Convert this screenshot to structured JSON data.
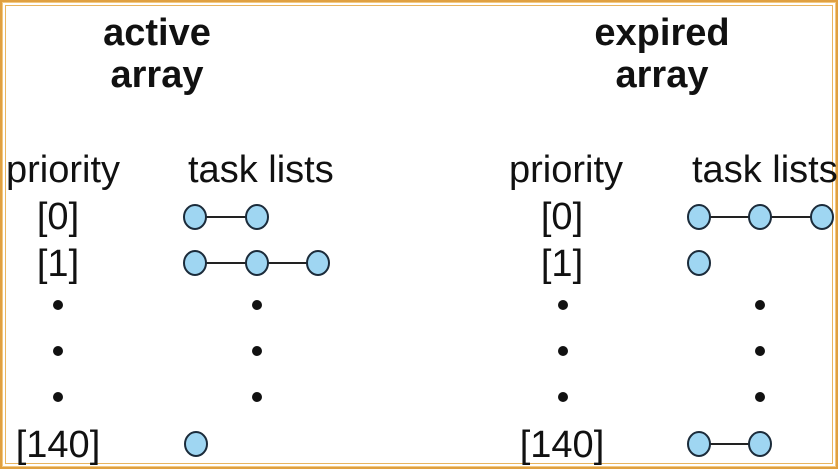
{
  "left": {
    "title": "active\narray",
    "priority_header": "priority",
    "tasks_header": "task lists",
    "rows": [
      {
        "label": "[0]",
        "tasks": 2
      },
      {
        "label": "[1]",
        "tasks": 3
      },
      {
        "label": "[140]",
        "tasks": 1
      }
    ]
  },
  "right": {
    "title": "expired\narray",
    "priority_header": "priority",
    "tasks_header": "task lists",
    "rows": [
      {
        "label": "[0]",
        "tasks": 3
      },
      {
        "label": "[1]",
        "tasks": 1
      },
      {
        "label": "[140]",
        "tasks": 2
      }
    ]
  },
  "colors": {
    "node_fill": "#9fd6f2",
    "node_stroke": "#1b2b3a",
    "edge": "#222222",
    "border": "#e0a040"
  }
}
